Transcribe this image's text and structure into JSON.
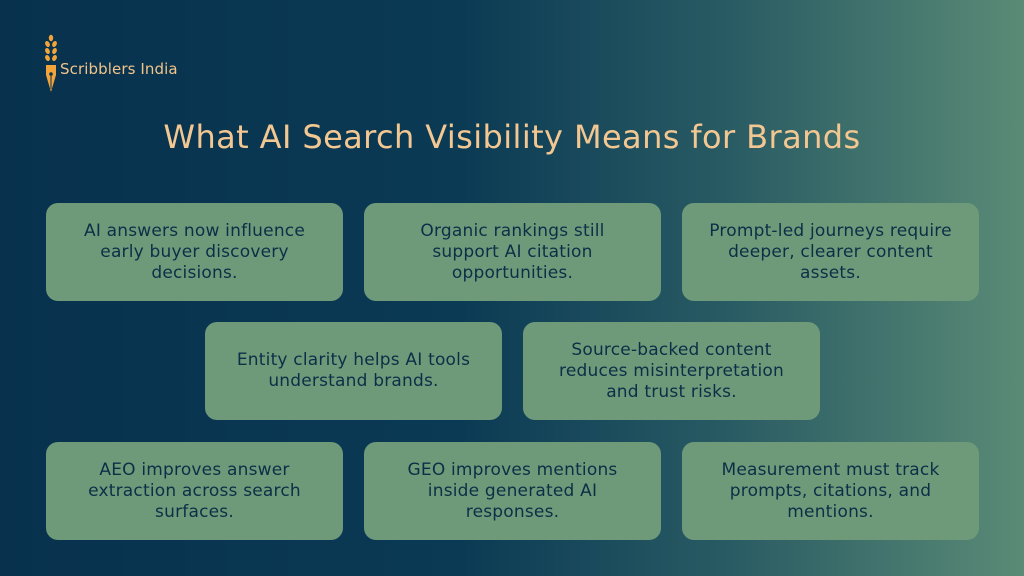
{
  "brand": {
    "name": "Scribblers India",
    "accent_color": "#f2c48a",
    "logo_icon": "wheat-pen-icon"
  },
  "title": "What AI Search Visibility Means for Brands",
  "colors": {
    "background_start": "#07314d",
    "background_end": "#5a8b76",
    "card_fill": "#6e9a7a",
    "card_text": "#0c2f47",
    "title": "#f3c792"
  },
  "cards": [
    {
      "text": "AI answers now influence early buyer discovery decisions."
    },
    {
      "text": "Organic rankings still support AI citation opportunities."
    },
    {
      "text": "Prompt-led journeys require deeper, clearer content assets."
    },
    {
      "text": "Entity clarity helps AI tools understand brands."
    },
    {
      "text": "Source-backed content reduces misinterpretation and trust risks."
    },
    {
      "text": "AEO improves answer extraction across search surfaces."
    },
    {
      "text": "GEO improves mentions inside generated AI responses."
    },
    {
      "text": "Measurement must track prompts, citations, and mentions."
    }
  ]
}
